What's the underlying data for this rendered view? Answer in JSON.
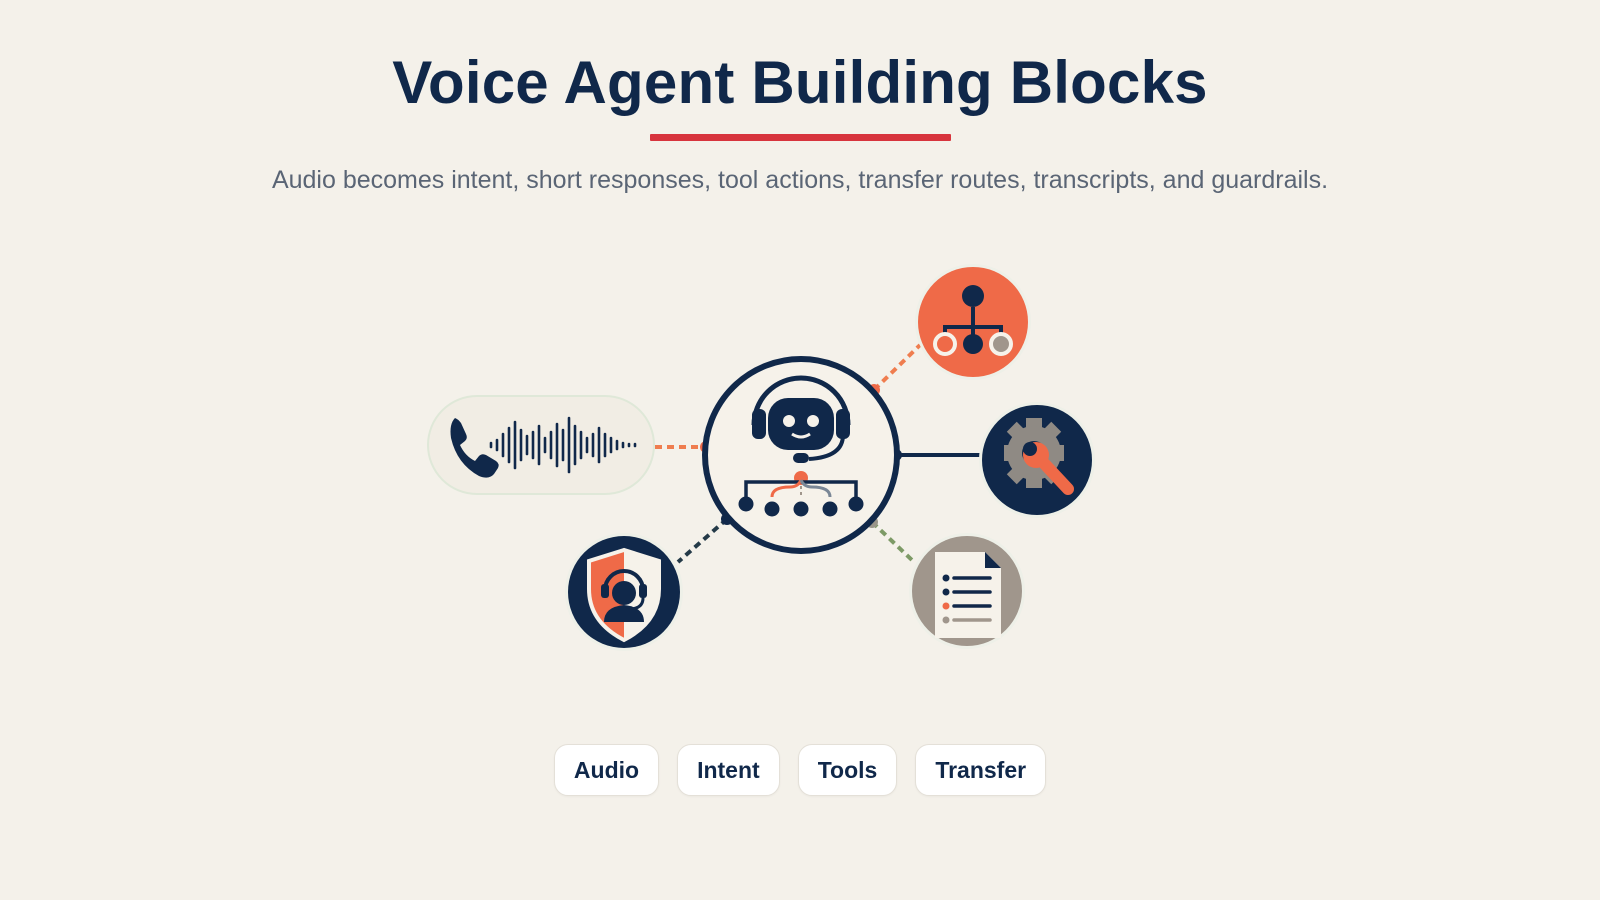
{
  "header": {
    "title": "Voice Agent Building Blocks",
    "subtitle": "Audio becomes intent, short responses, tool actions, transfer routes, transcripts, and guardrails."
  },
  "diagram": {
    "hub": {
      "icon": "robot-headset-icon"
    },
    "nodes": [
      {
        "name": "audio",
        "icon": "phone-waveform-icon"
      },
      {
        "name": "routing",
        "icon": "org-chart-icon"
      },
      {
        "name": "tools",
        "icon": "gear-wrench-icon"
      },
      {
        "name": "transcripts",
        "icon": "document-list-icon"
      },
      {
        "name": "guardrails",
        "icon": "shield-agent-icon"
      }
    ]
  },
  "chips": [
    {
      "label": "Audio"
    },
    {
      "label": "Intent"
    },
    {
      "label": "Tools"
    },
    {
      "label": "Transfer"
    }
  ],
  "colors": {
    "navy": "#10284a",
    "coral": "#ef6a48",
    "accent_red": "#d7343d",
    "taupe": "#a0968c",
    "background": "#f4f1ea"
  }
}
